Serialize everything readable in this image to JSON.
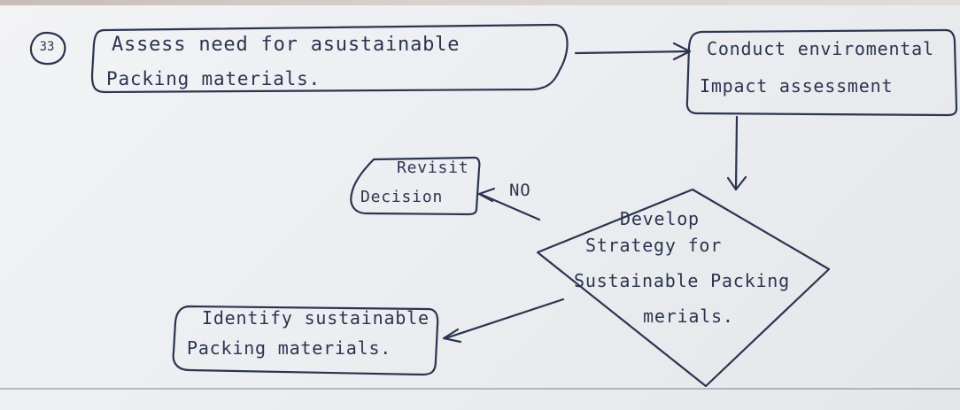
{
  "step_number": "33",
  "nodes": {
    "assess_need": {
      "line1": "Assess need for asustainable",
      "line2": "Packing materials."
    },
    "conduct_assessment": {
      "line1": "Conduct enviromental",
      "line2": "Impact assessment"
    },
    "revisit_decision": {
      "line1": "Revisit",
      "line2": "Decision"
    },
    "develop_strategy": {
      "line1": "Develop",
      "line2": "Strategy for",
      "line3": "Sustainable Packing",
      "line4": "merials."
    },
    "identify_materials": {
      "line1": "Identify sustainable",
      "line2": "Packing materials."
    }
  },
  "edge_labels": {
    "no": "NO"
  },
  "colors": {
    "ink": "#2b3550",
    "paper": "#eceef2"
  }
}
